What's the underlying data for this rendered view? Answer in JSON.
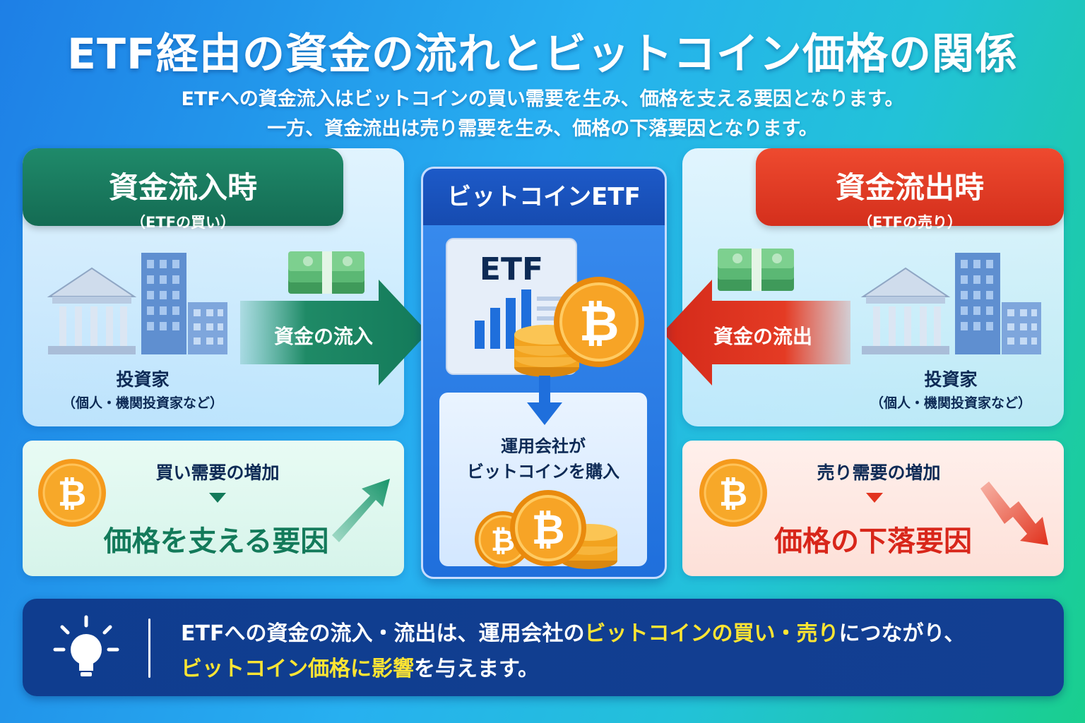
{
  "title": "ETF経由の資金の流れとビットコイン価格の関係",
  "subtitle": {
    "line1": "ETFへの資金流入はビットコインの買い需要を生み、価格を支える要因となります。",
    "line2": "一方、資金流出は売り需要を生み、価格の下落要因となります。"
  },
  "inflow": {
    "title": "資金流入時",
    "subtitle": "（ETFの買い）",
    "investor_label": "投資家",
    "investor_sub": "（個人・機関投資家など）",
    "arrow_label": "資金の流入",
    "demand": "買い需要の増加",
    "effect": "価格を支える要因",
    "color": "#137a5a"
  },
  "outflow": {
    "title": "資金流出時",
    "subtitle": "（ETFの売り）",
    "investor_label": "投資家",
    "investor_sub": "（個人・機関投資家など）",
    "arrow_label": "資金の流出",
    "demand": "売り需要の増加",
    "effect": "価格の下落要因",
    "color": "#d8261a"
  },
  "etf": {
    "header": "ビットコインETF",
    "doc_label": "ETF",
    "action_line1": "運用会社が",
    "action_line2": "ビットコインを購入"
  },
  "note": {
    "line1_a": "ETFへの資金の流入・流出は、運用会社の",
    "line1_highlight": "ビットコインの買い・売り",
    "line1_b": "につながり、",
    "line2_highlight": "ビットコイン価格に影響",
    "line2_b": "を与えます。",
    "highlight_color": "#ffe533"
  },
  "coin_symbol": "₿"
}
